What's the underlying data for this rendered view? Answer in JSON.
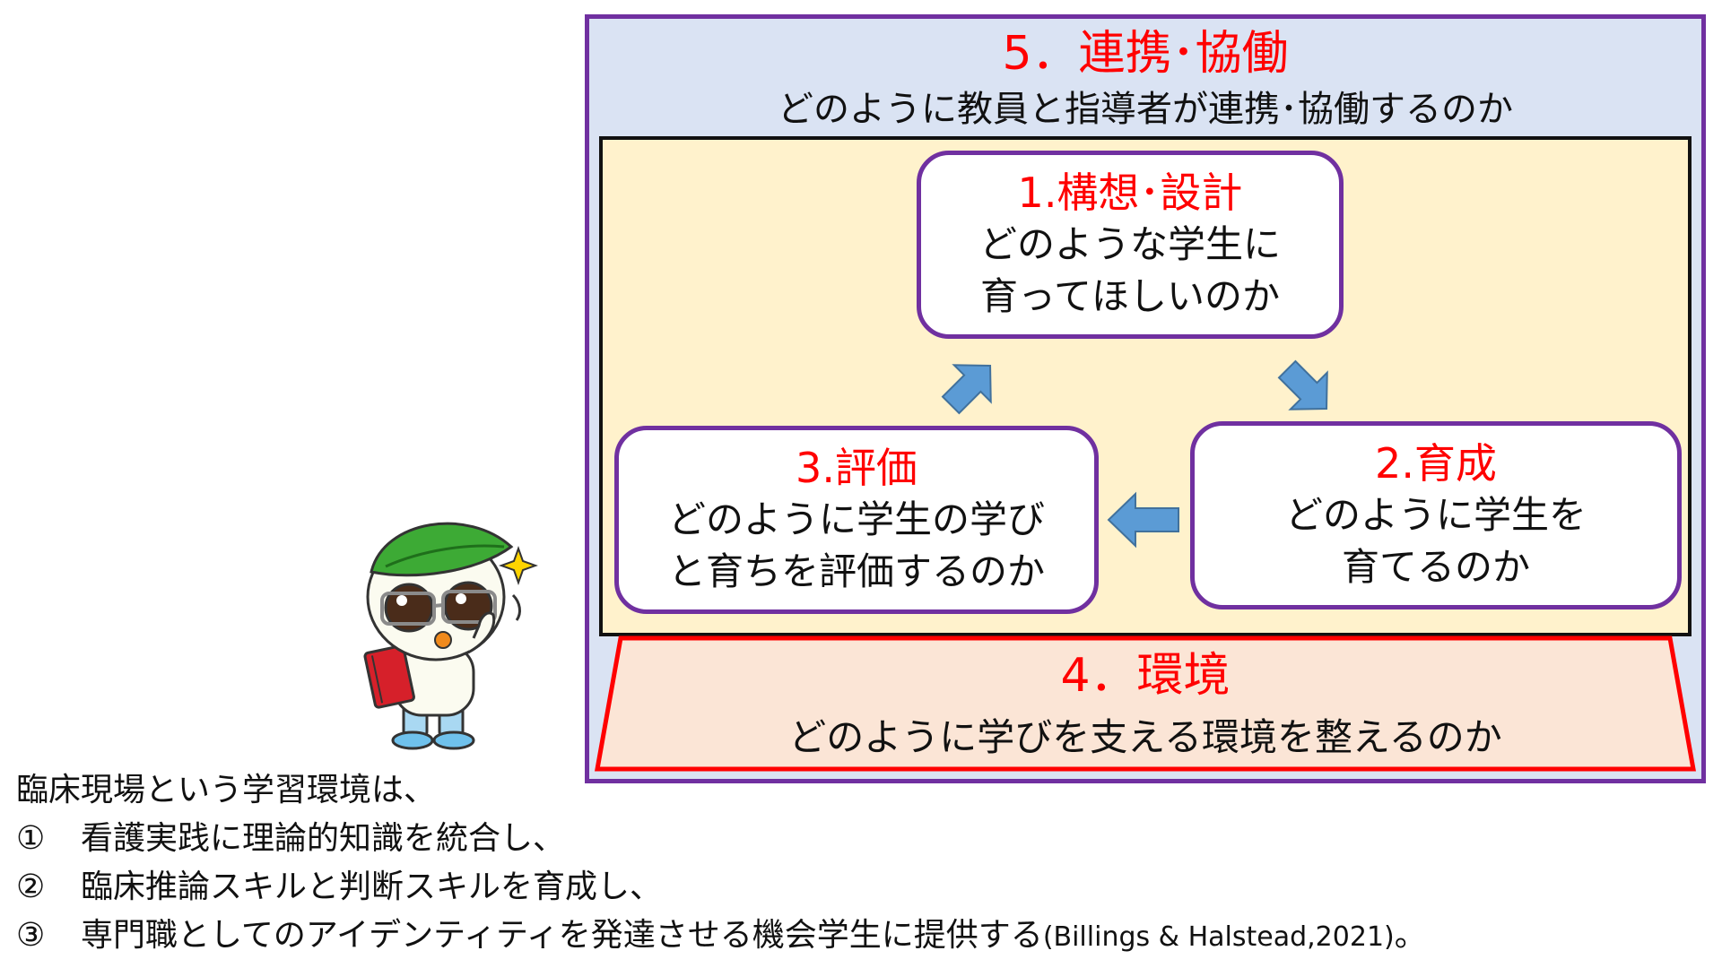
{
  "framework": {
    "collaboration": {
      "title": "5．連携･協働",
      "description": "どのように教員と指導者が連携･協働するのか"
    },
    "design": {
      "title": "1.構想･設計",
      "line1": "どのような学生に",
      "line2": "育ってほしいのか"
    },
    "development": {
      "title": "2.育成",
      "line1": "どのように学生を",
      "line2": "育てるのか"
    },
    "evaluation": {
      "title": "3.評価",
      "line1": "どのように学生の学び",
      "line2": "と育ちを評価するのか"
    },
    "environment": {
      "title": "4．環境",
      "description": "どのように学びを支える環境を整えるのか"
    }
  },
  "body": {
    "intro": "臨床現場という学習環境は、",
    "items": [
      {
        "marker": "①",
        "text": "看護実践に理論的知識を統合し、"
      },
      {
        "marker": "②",
        "text": "臨床推論スキルと判断スキルを育成し、"
      },
      {
        "marker": "③",
        "text": "専門職としてのアイデンティティを発達させる機会学生に提供する",
        "citation": "(Billings & Halstead,2021)",
        "end": "。"
      }
    ]
  },
  "colors": {
    "frame_purple": "#7030a0",
    "outer_fill": "#dae3f3",
    "inner_fill": "#fff2cc",
    "env_fill": "#fbe5d6",
    "title_red": "#ff0000",
    "arrow_blue": "#5b9bd5"
  },
  "icons": {
    "mascot": "leaf-mascot-with-book",
    "arrows": "cycle-arrow-icon"
  }
}
